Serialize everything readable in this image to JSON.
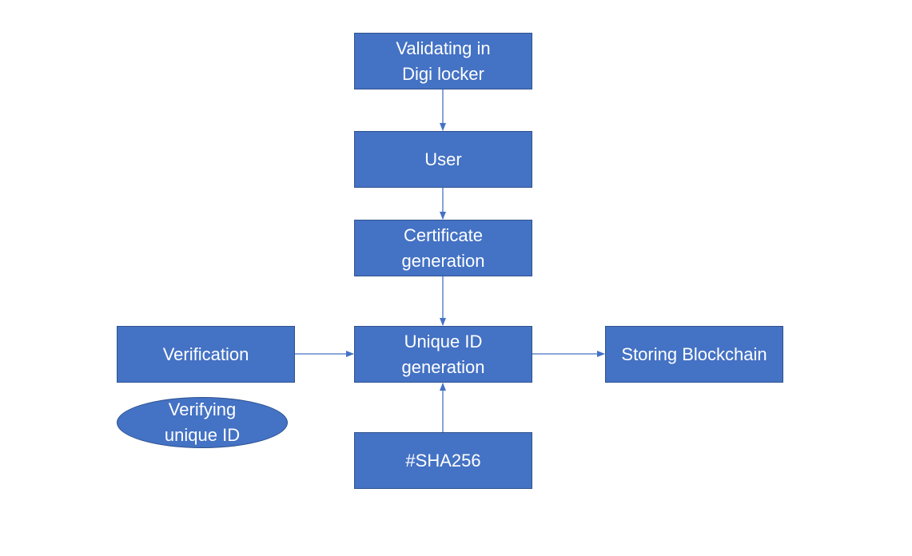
{
  "nodes": {
    "validating": "Validating in\nDigi locker",
    "user": "User",
    "certificate": "Certificate\ngeneration",
    "unique_id": "Unique ID\ngeneration",
    "verification": "Verification",
    "storing": "Storing Blockchain",
    "sha": "#SHA256",
    "verifying": "Verifying\nunique ID"
  },
  "colors": {
    "node_fill": "#4472c4",
    "node_border": "#2f528f",
    "node_text": "#ffffff",
    "connector": "#4472c4"
  }
}
